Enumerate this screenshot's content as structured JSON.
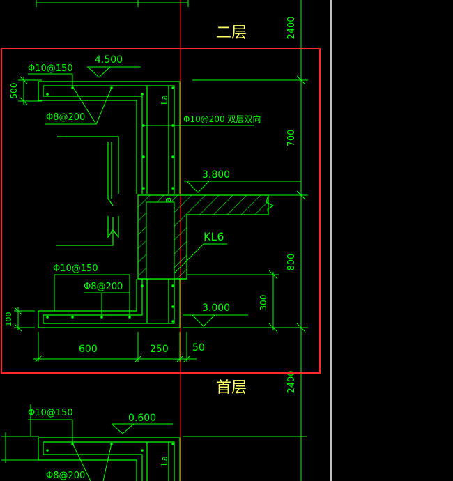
{
  "colors": {
    "background": "#000000",
    "line": "#00ff00",
    "text_green": "#00ff00",
    "text_yellow": "#ffff66",
    "axis_red": "#ff0000",
    "selection_red": "#ff2a2a",
    "border_white": "#ffffff"
  },
  "floors": {
    "upper": "二层",
    "lower": "首层"
  },
  "dimensions": {
    "upper_story_height": "2400",
    "lower_story_height": "2400",
    "d700": "700",
    "d800": "800",
    "d300": "300",
    "d500": "500",
    "d100": "100",
    "d600": "600",
    "d250": "250",
    "d50": "50"
  },
  "elevations": {
    "top": "4.500",
    "mid": "3.800",
    "bottom": "3.000",
    "lower_top": "0.600"
  },
  "rebar": {
    "upper_top_bar": "Φ10@150",
    "upper_dist_bar": "Φ8@200",
    "wall_bar": "Φ10@200 双层双向",
    "lower_top_bar": "Φ10@150",
    "lower_dist_bar": "Φ8@200",
    "bottom_top_bar": "Φ10@150",
    "bottom_dist_bar": "Φ8@200"
  },
  "labels": {
    "anchor_1": "La",
    "anchor_2": "La",
    "anchor_3": "La",
    "anchor_4": "La",
    "beam": "KL6"
  }
}
